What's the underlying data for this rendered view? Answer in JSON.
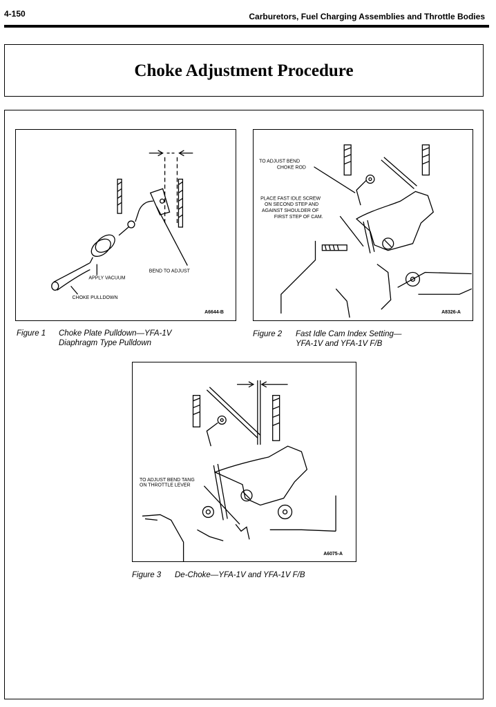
{
  "header": {
    "page_number": "4-150",
    "running_title": "Carburetors, Fuel Charging Assemblies and Throttle Bodies"
  },
  "section_title": "Choke Adjustment Procedure",
  "figures": [
    {
      "number": "Figure 1",
      "caption_line1": "Choke Plate Pulldown—YFA-1V",
      "caption_line2": "Diaphragm Type Pulldown",
      "code": "A6644-B",
      "labels": [
        "BEND TO ADJUST",
        "APPLY VACUUM",
        "CHOKE PULLDOWN"
      ]
    },
    {
      "number": "Figure 2",
      "caption_line1": "Fast Idle Cam Index Setting—",
      "caption_line2": "YFA-1V and YFA-1V F/B",
      "code": "A8326-A",
      "labels": [
        "TO ADJUST BEND",
        "CHOKE ROD",
        "PLACE FAST IDLE SCREW",
        "ON SECOND STEP AND",
        "AGAINST SHOULDER OF",
        "FIRST STEP OF CAM."
      ]
    },
    {
      "number": "Figure 3",
      "caption_line1": "De-Choke—YFA-1V and YFA-1V F/B",
      "code": "A6075-A",
      "labels": [
        "TO ADJUST BEND TANG",
        "ON THROTTLE LEVER"
      ]
    }
  ]
}
